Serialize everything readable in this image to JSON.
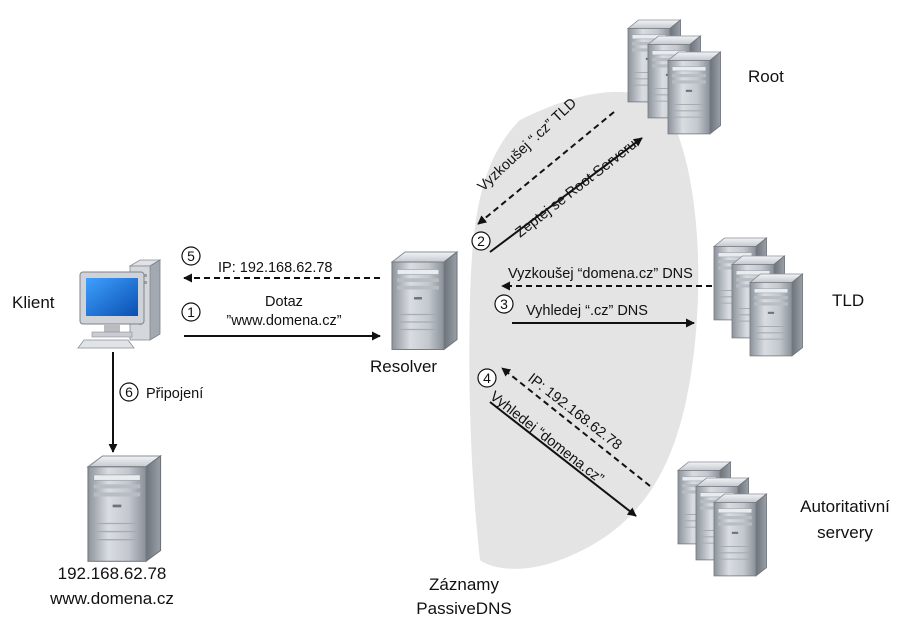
{
  "nodes": {
    "client": "Klient",
    "resolver": "Resolver",
    "root": "Root",
    "tld": "TLD",
    "authoritative_line1": "Autoritativní",
    "authoritative_line2": "servery",
    "target_ip": "192.168.62.78",
    "target_domain": "www.domena.cz"
  },
  "passive_dns": {
    "line1": "Záznamy",
    "line2": "PassiveDNS"
  },
  "steps": {
    "s1": {
      "number": "1",
      "line1": "Dotaz",
      "line2": "”www.domena.cz”"
    },
    "s2": {
      "number": "2",
      "request": "Zeptej se Root Serveru",
      "response": "Vyzkoušej “.cz” TLD"
    },
    "s3": {
      "number": "3",
      "request": "Vyhledej “.cz” DNS",
      "response": "Vyzkoušej “domena.cz” DNS"
    },
    "s4": {
      "number": "4",
      "request": "Vyhledej “domena.cz”",
      "response": "IP: 192.168.62.78"
    },
    "s5": {
      "number": "5",
      "text": "IP: 192.168.62.78"
    },
    "s6": {
      "number": "6",
      "text": "Připojení"
    }
  }
}
